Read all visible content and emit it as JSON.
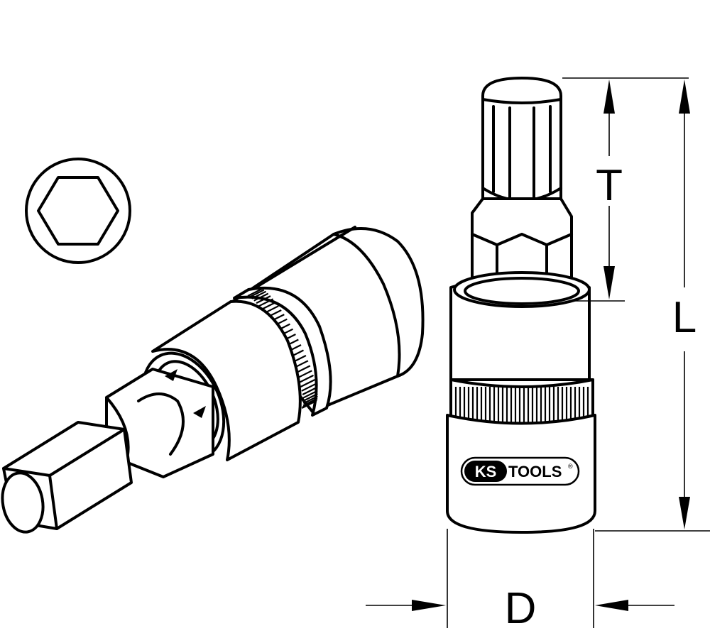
{
  "dimensions": {
    "T": "T",
    "L": "L",
    "D": "D"
  },
  "logo": {
    "prefix": "KS",
    "suffix": "TOOLS",
    "registered": "®"
  }
}
